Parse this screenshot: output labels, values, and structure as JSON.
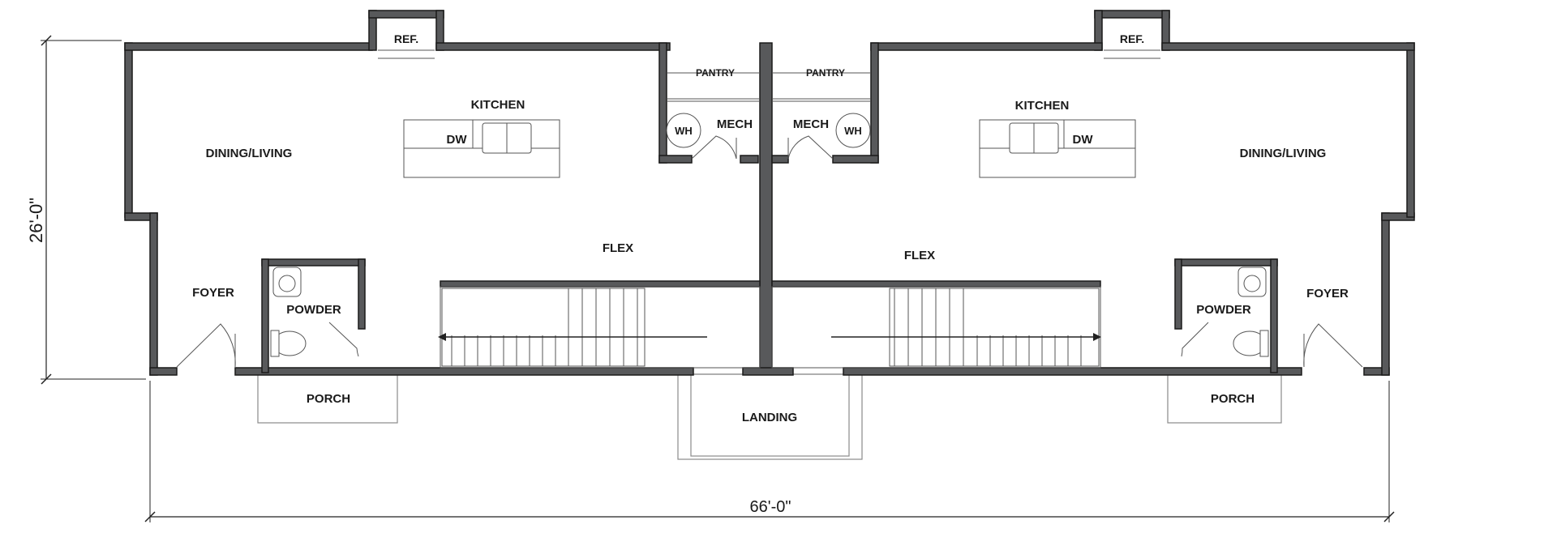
{
  "plan": {
    "dimensions": {
      "width": "66'-0\"",
      "height": "26'-0\""
    },
    "left_unit": {
      "ref": "REF.",
      "kitchen": "KITCHEN",
      "dw": "DW",
      "dining_living": "DINING/LIVING",
      "foyer": "FOYER",
      "powder": "POWDER",
      "porch": "PORCH",
      "flex": "FLEX",
      "pantry": "PANTRY",
      "mech": "MECH",
      "wh": "WH"
    },
    "right_unit": {
      "ref": "REF.",
      "kitchen": "KITCHEN",
      "dw": "DW",
      "dining_living": "DINING/LIVING",
      "foyer": "FOYER",
      "powder": "POWDER",
      "porch": "PORCH",
      "flex": "FLEX",
      "pantry": "PANTRY",
      "mech": "MECH",
      "wh": "WH"
    },
    "landing": "LANDING"
  }
}
